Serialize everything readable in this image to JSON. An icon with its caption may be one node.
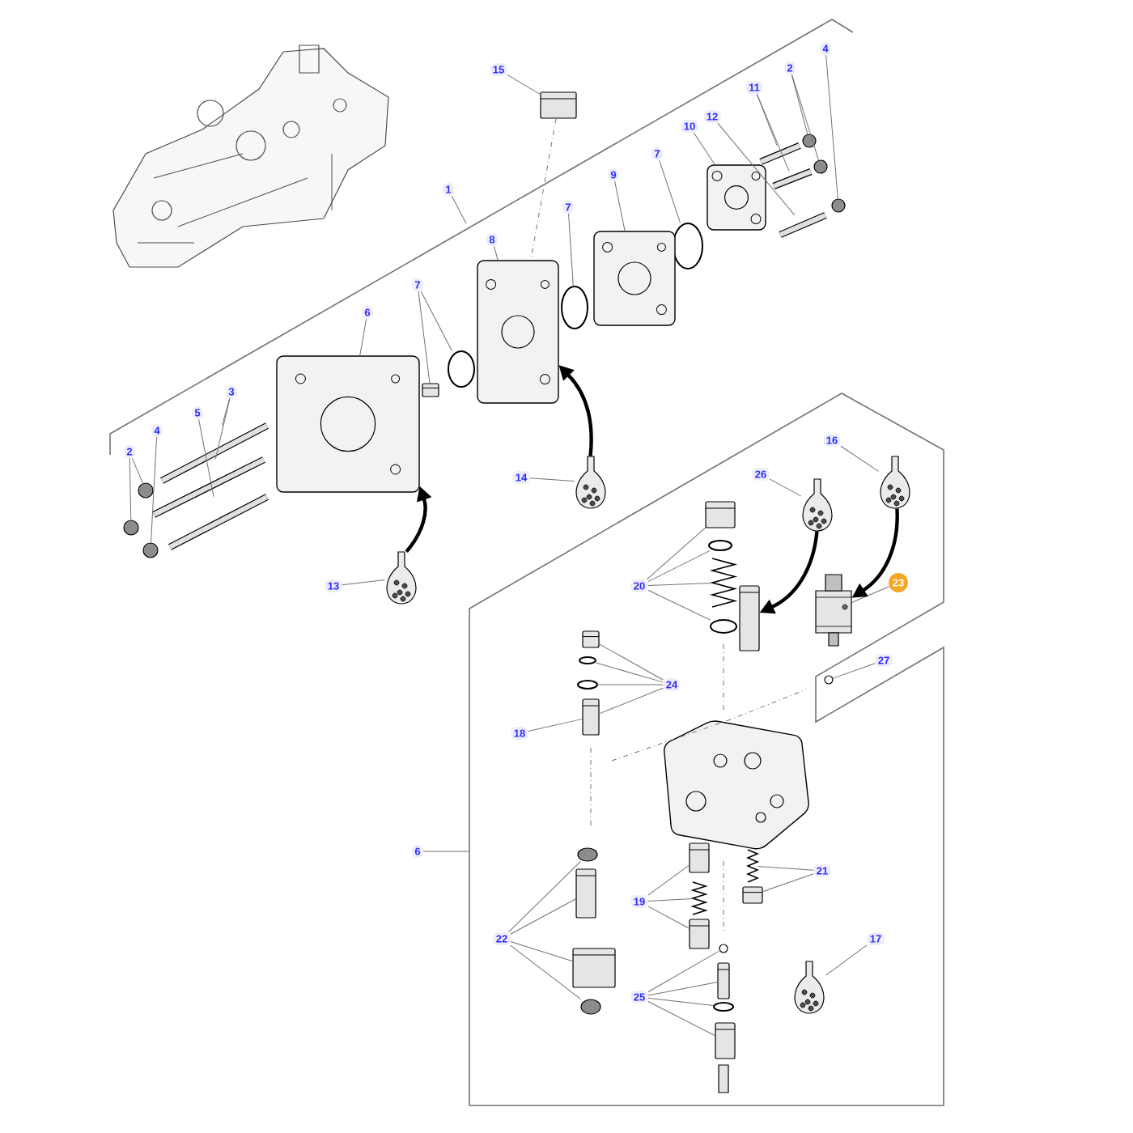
{
  "diagram": {
    "nodes": [
      {
        "text": [
          "15"
        ]
      },
      {
        "text": [],
        "shape": "picture"
      },
      {
        "text": [
          "2"
        ]
      },
      {
        "text": [],
        "shape": "circle"
      },
      {
        "text": [],
        "shape": "circle"
      },
      {
        "text": [
          "4"
        ]
      },
      {
        "text": [],
        "shape": "circle"
      },
      {
        "text": [
          "11"
        ]
      },
      {
        "text": [],
        "shape": "picture"
      },
      {
        "text": [],
        "shape": "picture"
      },
      {
        "text": [
          "12"
        ]
      },
      {
        "text": [],
        "shape": "picture"
      },
      {
        "text": [
          "10"
        ]
      },
      {
        "text": [],
        "shape": "picture"
      },
      {
        "text": [
          "7"
        ]
      },
      {
        "text": [],
        "shape": "circle"
      },
      {
        "text": [
          "9"
        ]
      },
      {
        "text": [],
        "shape": "picture"
      },
      {
        "text": [
          "1"
        ]
      },
      {
        "text": [
          "7"
        ]
      },
      {
        "text": [],
        "shape": "circle"
      },
      {
        "text": [
          "8"
        ]
      },
      {
        "text": [],
        "shape": "picture"
      },
      {
        "text": [
          "7"
        ]
      },
      {
        "text": [],
        "shape": "picture"
      },
      {
        "text": [],
        "shape": "circle"
      },
      {
        "text": [
          "6"
        ]
      },
      {
        "text": [],
        "shape": "picture"
      },
      {
        "text": [
          "3"
        ]
      },
      {
        "text": [],
        "shape": "picture"
      },
      {
        "text": [],
        "shape": "picture"
      },
      {
        "text": [
          "5"
        ]
      },
      {
        "text": [],
        "shape": "picture"
      },
      {
        "text": [
          "4"
        ]
      },
      {
        "text": [],
        "shape": "circle"
      },
      {
        "text": [
          "2"
        ]
      },
      {
        "text": [],
        "shape": "circle"
      },
      {
        "text": [],
        "shape": "circle"
      },
      {
        "text": [
          "14"
        ]
      },
      {
        "text": [],
        "shape": "picture"
      },
      {
        "text": [
          "13"
        ]
      },
      {
        "text": [],
        "shape": "picture"
      },
      {
        "text": [
          "16"
        ]
      },
      {
        "text": [],
        "shape": "picture"
      },
      {
        "text": [
          "26"
        ]
      },
      {
        "text": [],
        "shape": "picture"
      },
      {
        "text": [
          "23"
        ]
      },
      {
        "text": [],
        "shape": "picture"
      },
      {
        "text": [
          "27"
        ]
      },
      {
        "text": [],
        "shape": "circle"
      },
      {
        "text": [
          "20"
        ]
      },
      {
        "text": [],
        "shape": "picture"
      },
      {
        "text": [],
        "shape": "circle"
      },
      {
        "text": [],
        "shape": "picture"
      },
      {
        "text": [],
        "shape": "circle"
      },
      {
        "text": [],
        "shape": "picture"
      },
      {
        "text": [
          "24"
        ]
      },
      {
        "text": [],
        "shape": "picture"
      },
      {
        "text": [],
        "shape": "circle"
      },
      {
        "text": [],
        "shape": "circle"
      },
      {
        "text": [],
        "shape": "picture"
      },
      {
        "text": [
          "18"
        ]
      },
      {
        "text": [
          "19"
        ]
      },
      {
        "text": [],
        "shape": "picture"
      },
      {
        "text": [],
        "shape": "picture"
      },
      {
        "text": [],
        "shape": "picture"
      },
      {
        "text": [
          "21"
        ]
      },
      {
        "text": [],
        "shape": "picture"
      },
      {
        "text": [],
        "shape": "picture"
      },
      {
        "text": [
          "22"
        ]
      },
      {
        "text": [],
        "shape": "circle"
      },
      {
        "text": [],
        "shape": "picture"
      },
      {
        "text": [],
        "shape": "picture"
      },
      {
        "text": [],
        "shape": "circle"
      },
      {
        "text": [
          "25"
        ]
      },
      {
        "text": [],
        "shape": "circle"
      },
      {
        "text": [],
        "shape": "picture"
      },
      {
        "text": [],
        "shape": "circle"
      },
      {
        "text": [],
        "shape": "picture"
      },
      {
        "text": [
          "17"
        ]
      },
      {
        "text": [],
        "shape": "picture"
      },
      {
        "text": [
          "6"
        ]
      }
    ],
    "edges": [
      {
        "from": 0,
        "to": 1,
        "arrow": "none"
      },
      {
        "from": 2,
        "to": 3,
        "arrow": "none"
      },
      {
        "from": 2,
        "to": 4,
        "arrow": "none"
      },
      {
        "from": 5,
        "to": 6,
        "arrow": "none"
      },
      {
        "from": 7,
        "to": 8,
        "arrow": "none"
      },
      {
        "from": 7,
        "to": 9,
        "arrow": "none"
      },
      {
        "from": 10,
        "to": 11,
        "arrow": "none"
      },
      {
        "from": 12,
        "to": 13,
        "arrow": "none"
      },
      {
        "from": 14,
        "to": 15,
        "arrow": "none"
      },
      {
        "from": 16,
        "to": 17,
        "arrow": "none"
      },
      {
        "from": 18,
        "to": null,
        "arrow": "none"
      },
      {
        "from": 19,
        "to": 20,
        "arrow": "none"
      },
      {
        "from": 21,
        "to": 22,
        "arrow": "none"
      },
      {
        "from": 23,
        "to": 24,
        "arrow": "none"
      },
      {
        "from": 23,
        "to": 25,
        "arrow": "none"
      },
      {
        "from": 26,
        "to": 27,
        "arrow": "none"
      },
      {
        "from": 28,
        "to": 29,
        "arrow": "none"
      },
      {
        "from": 28,
        "to": 30,
        "arrow": "none"
      },
      {
        "from": 31,
        "to": 32,
        "arrow": "none"
      },
      {
        "from": 33,
        "to": 34,
        "arrow": "none"
      },
      {
        "from": 35,
        "to": 36,
        "arrow": "none"
      },
      {
        "from": 35,
        "to": 37,
        "arrow": "none"
      },
      {
        "from": 38,
        "to": 39,
        "arrow": "none"
      },
      {
        "from": 40,
        "to": 41,
        "arrow": "none"
      },
      {
        "from": 42,
        "to": 43,
        "arrow": "none"
      },
      {
        "from": 44,
        "to": 45,
        "arrow": "none"
      },
      {
        "from": 46,
        "to": 47,
        "arrow": "none"
      },
      {
        "from": 48,
        "to": 49,
        "arrow": "none"
      },
      {
        "from": 50,
        "to": 51,
        "arrow": "none"
      },
      {
        "from": 50,
        "to": 52,
        "arrow": "none"
      },
      {
        "from": 50,
        "to": 53,
        "arrow": "none"
      },
      {
        "from": 50,
        "to": 54,
        "arrow": "none"
      },
      {
        "from": 56,
        "to": 57,
        "arrow": "none"
      },
      {
        "from": 56,
        "to": 58,
        "arrow": "none"
      },
      {
        "from": 56,
        "to": 59,
        "arrow": "none"
      },
      {
        "from": 56,
        "to": 60,
        "arrow": "none"
      },
      {
        "from": 61,
        "to": 60,
        "arrow": "none"
      },
      {
        "from": 62,
        "to": 63,
        "arrow": "none"
      },
      {
        "from": 62,
        "to": 64,
        "arrow": "none"
      },
      {
        "from": 62,
        "to": 65,
        "arrow": "none"
      },
      {
        "from": 66,
        "to": 67,
        "arrow": "none"
      },
      {
        "from": 66,
        "to": 68,
        "arrow": "none"
      },
      {
        "from": 69,
        "to": 70,
        "arrow": "none"
      },
      {
        "from": 69,
        "to": 71,
        "arrow": "none"
      },
      {
        "from": 69,
        "to": 72,
        "arrow": "none"
      },
      {
        "from": 69,
        "to": 73,
        "arrow": "none"
      },
      {
        "from": 74,
        "to": 75,
        "arrow": "none"
      },
      {
        "from": 74,
        "to": 76,
        "arrow": "none"
      },
      {
        "from": 74,
        "to": 77,
        "arrow": "none"
      },
      {
        "from": 74,
        "to": 78,
        "arrow": "none"
      },
      {
        "from": 79,
        "to": 80,
        "arrow": "none"
      },
      {
        "from": 81,
        "to": null,
        "arrow": "none"
      },
      {
        "from": 41,
        "to": 27,
        "arrow": "to",
        "style": "thick",
        "color": "#000000"
      },
      {
        "from": 39,
        "to": 22,
        "arrow": "to",
        "style": "thick",
        "color": "#000000"
      },
      {
        "from": 45,
        "to": 55,
        "arrow": "to",
        "style": "thick",
        "color": "#000000"
      },
      {
        "from": 43,
        "to": 47,
        "arrow": "to",
        "style": "thick",
        "color": "#000000"
      },
      {
        "from": 1,
        "to": 22,
        "arrow": "none",
        "style": "dashed"
      }
    ]
  }
}
